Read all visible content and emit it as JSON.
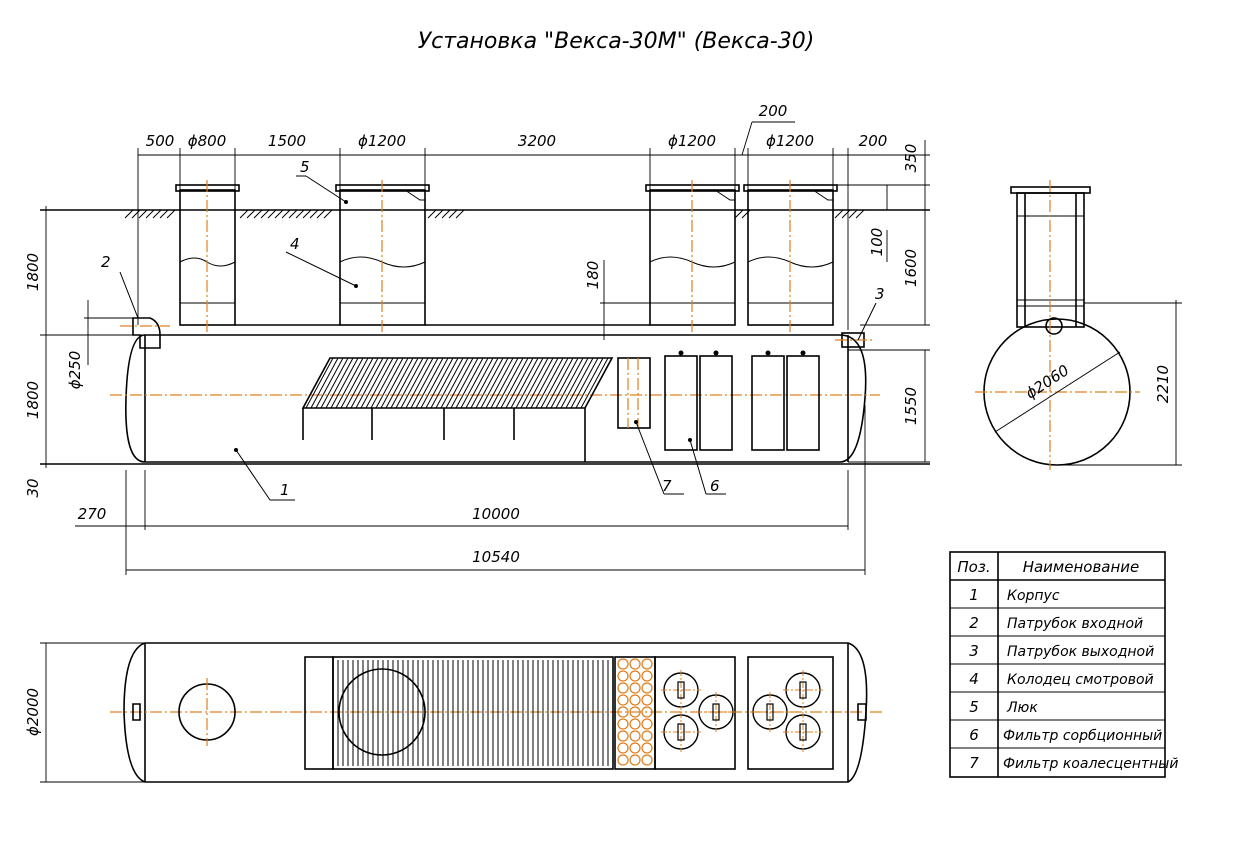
{
  "title": "Установка \"Векса-30М\" (Векса-30)",
  "dims": {
    "d500": "500",
    "d_phi800": "ϕ800",
    "d1500": "1500",
    "d_phi1200a": "ϕ1200",
    "d3200": "3200",
    "d_phi1200b": "ϕ1200",
    "d_phi1200c": "ϕ1200",
    "d200a": "200",
    "d200b": "200",
    "d350": "350",
    "d100": "100",
    "d1600": "1600",
    "d180": "180",
    "d1800a": "1800",
    "d1800b": "1800",
    "d_phi250": "ϕ250",
    "d30": "30",
    "d1550": "1550",
    "d270": "270",
    "d10000": "10000",
    "d10540": "10540",
    "d_phi2060": "ϕ2060",
    "d2210": "2210",
    "d_phi2000": "ϕ2000"
  },
  "callouts": {
    "c1": "1",
    "c2": "2",
    "c3": "3",
    "c4": "4",
    "c5": "5",
    "c6": "6",
    "c7": "7"
  },
  "legend": {
    "header_pos": "Поз.",
    "header_name": "Наименование",
    "rows": [
      {
        "pos": "1",
        "name": "Корпус"
      },
      {
        "pos": "2",
        "name": "Патрубок входной"
      },
      {
        "pos": "3",
        "name": "Патрубок выходной"
      },
      {
        "pos": "4",
        "name": "Колодец смотровой"
      },
      {
        "pos": "5",
        "name": "Люк"
      },
      {
        "pos": "6",
        "name": "Фильтр сорбционный"
      },
      {
        "pos": "7",
        "name": "Фильтр коалесцентный"
      }
    ]
  }
}
